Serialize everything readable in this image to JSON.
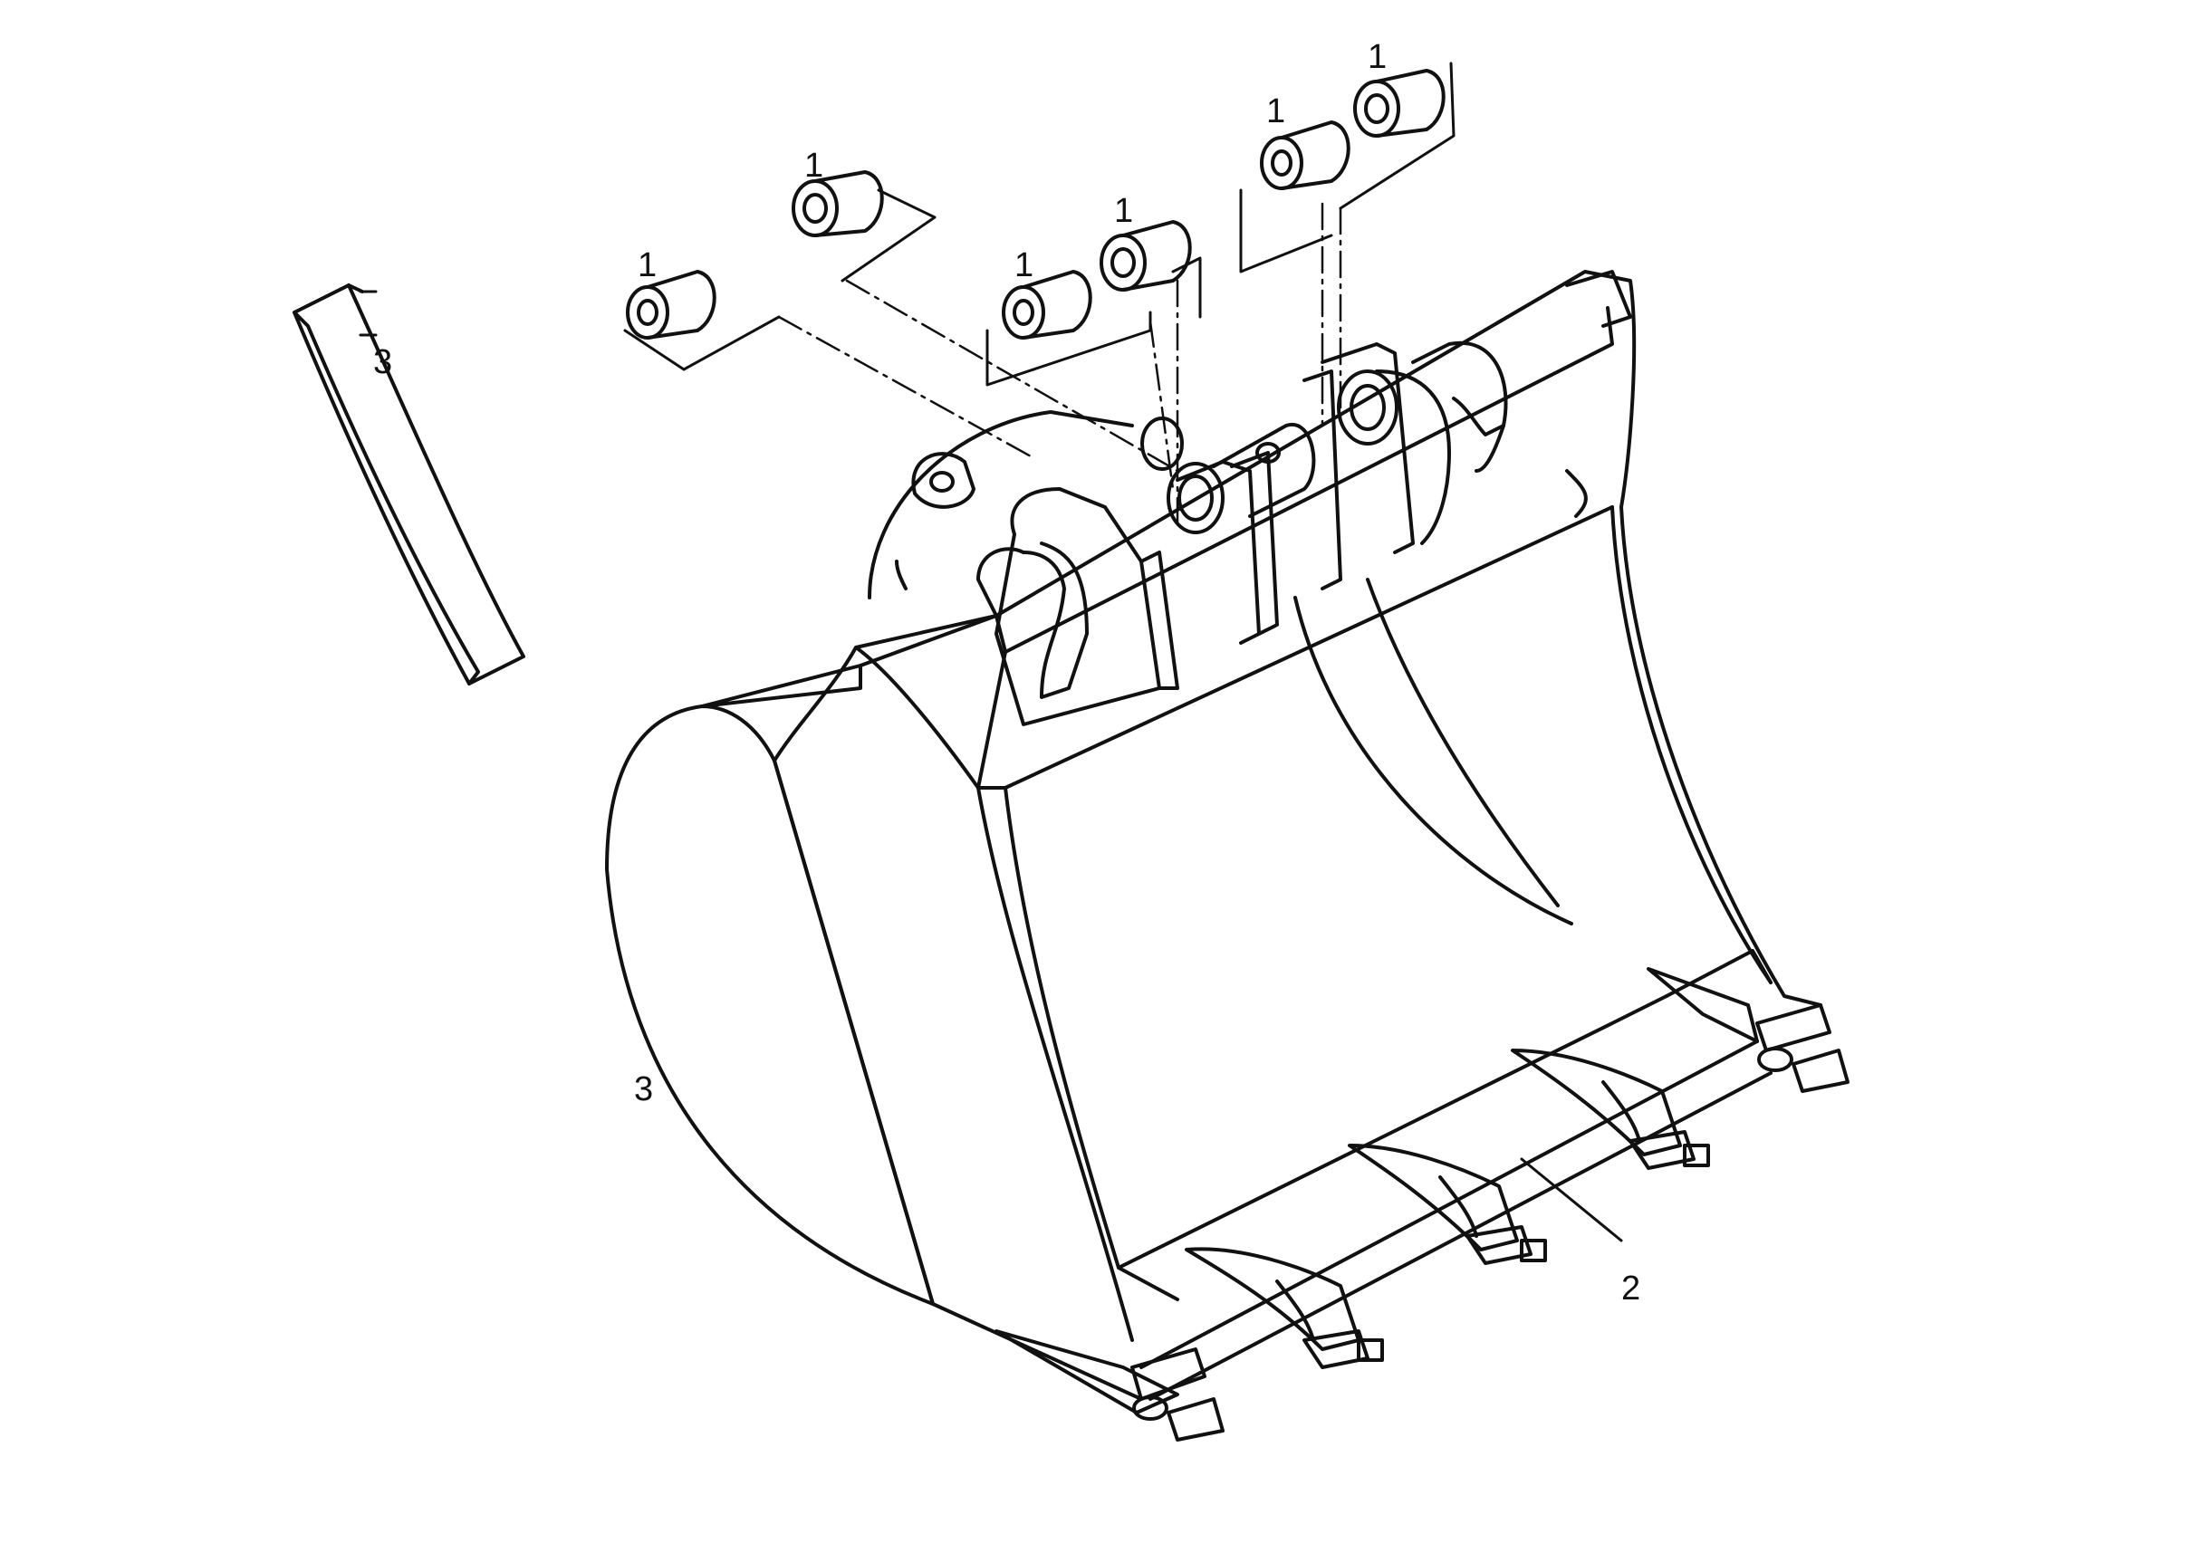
{
  "diagram": {
    "callouts": {
      "bushing": "1",
      "cutting_edge": "2",
      "wear_strip": "3",
      "side_plate": "3"
    },
    "colors": {
      "line": "#111111",
      "background": "#ffffff"
    }
  }
}
